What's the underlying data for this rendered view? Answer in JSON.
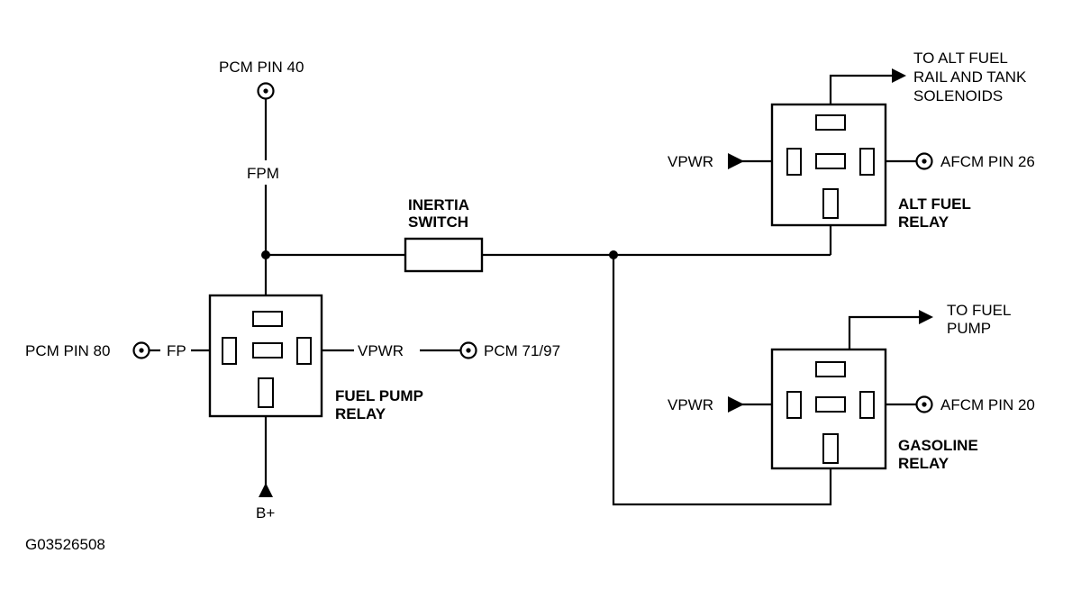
{
  "figure_id": "G03526508",
  "labels": {
    "pcm_pin_40": "PCM PIN 40",
    "fpm": "FPM",
    "inertia_switch_1": "INERTIA",
    "inertia_switch_2": "SWITCH",
    "pcm_pin_80": "PCM PIN 80",
    "fp": "FP",
    "vpwr_fuel_pump": "VPWR",
    "pcm_71_97": "PCM 71/97",
    "fuel_pump_relay_1": "FUEL PUMP",
    "fuel_pump_relay_2": "RELAY",
    "b_plus": "B+",
    "to_alt_fuel_1": "TO ALT FUEL",
    "to_alt_fuel_2": "RAIL AND TANK",
    "to_alt_fuel_3": "SOLENOIDS",
    "vpwr_alt": "VPWR",
    "afcm_pin_26": "AFCM PIN 26",
    "alt_fuel_relay_1": "ALT FUEL",
    "alt_fuel_relay_2": "RELAY",
    "to_fuel_pump_1": "TO FUEL",
    "to_fuel_pump_2": "PUMP",
    "vpwr_gas": "VPWR",
    "afcm_pin_20": "AFCM PIN 20",
    "gasoline_relay_1": "GASOLINE",
    "gasoline_relay_2": "RELAY"
  }
}
